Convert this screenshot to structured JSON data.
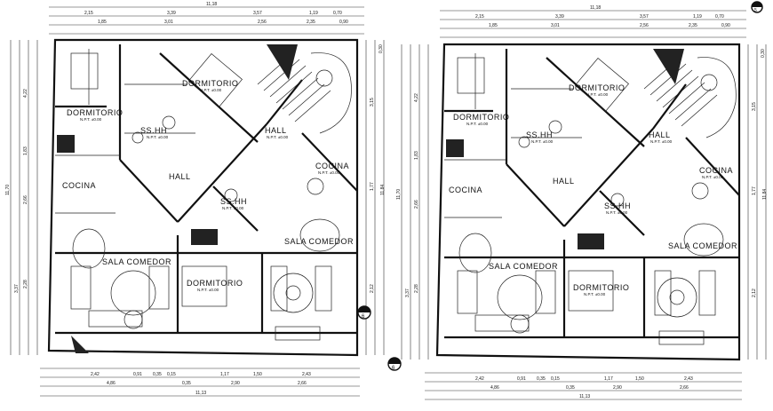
{
  "plans": [
    {
      "top_dims": [
        "11,18",
        "2,15",
        "3,39",
        "3,57",
        "1,19",
        "0,70",
        "1,85",
        "3,01",
        "2,56",
        "2,35",
        "0,90"
      ],
      "bottom_dims": [
        "2,42",
        "0,91",
        "0,35",
        "0,15",
        "1,17",
        "1,50",
        "2,43",
        "4,86",
        "0,35",
        "2,90",
        "2,66",
        "11,13"
      ],
      "left_dims": [
        "11,70",
        "4,22",
        "1,83",
        "2,66",
        "3,37",
        "2,28"
      ],
      "right_dims": [
        "11,84",
        "3,15",
        "1,77",
        "2,12",
        "0,30"
      ],
      "rooms": [
        {
          "label": "DORMITORIO",
          "npt": "N.P.T. ±0.00"
        },
        {
          "label": "DORMITORIO",
          "npt": "N.P.T. ±0.00"
        },
        {
          "label": "SS.HH",
          "npt": "N.P.T. ±0.00"
        },
        {
          "label": "HALL",
          "npt": "N.P.T. ±0.00"
        },
        {
          "label": "COCINA",
          "npt": "N.P.T. ±0.00"
        },
        {
          "label": "HALL",
          "npt": ""
        },
        {
          "label": "SS.HH",
          "npt": "N.P.T. ±0.00"
        },
        {
          "label": "COCINA",
          "npt": ""
        },
        {
          "label": "SALA COMEDOR",
          "npt": ""
        },
        {
          "label": "SALA COMEDOR",
          "npt": ""
        },
        {
          "label": "DORMITORIO",
          "npt": "N.P.T. ±0.00"
        }
      ]
    },
    {
      "top_dims": [
        "11,18",
        "2,15",
        "3,39",
        "3,57",
        "1,19",
        "0,70",
        "1,85",
        "3,01",
        "2,56",
        "2,35",
        "0,90"
      ],
      "bottom_dims": [
        "2,42",
        "0,91",
        "0,35",
        "0,15",
        "1,17",
        "1,50",
        "2,43",
        "4,86",
        "0,35",
        "2,90",
        "2,66",
        "11,13"
      ],
      "left_dims": [
        "11,70",
        "4,22",
        "1,83",
        "2,66",
        "3,37",
        "2,28"
      ],
      "right_dims": [
        "11,84",
        "3,15",
        "1,77",
        "2,12",
        "0,30"
      ],
      "rooms": [
        {
          "label": "DORMITORIO",
          "npt": "N.P.T. ±0.00"
        },
        {
          "label": "DORMITORIO",
          "npt": "N.P.T. ±0.00"
        },
        {
          "label": "SS.HH",
          "npt": "N.P.T. ±0.00"
        },
        {
          "label": "HALL",
          "npt": "N.P.T. ±0.00"
        },
        {
          "label": "COCINA",
          "npt": "N.P.T. ±0.00"
        },
        {
          "label": "HALL",
          "npt": ""
        },
        {
          "label": "SS.HH",
          "npt": "N.P.T. ±0.00"
        },
        {
          "label": "COCINA",
          "npt": ""
        },
        {
          "label": "SALA COMEDOR",
          "npt": ""
        },
        {
          "label": "SALA COMEDOR",
          "npt": ""
        },
        {
          "label": "DORMITORIO",
          "npt": "N.P.T. ±0.00"
        }
      ]
    }
  ],
  "markers": [
    "6",
    "6",
    "5"
  ]
}
